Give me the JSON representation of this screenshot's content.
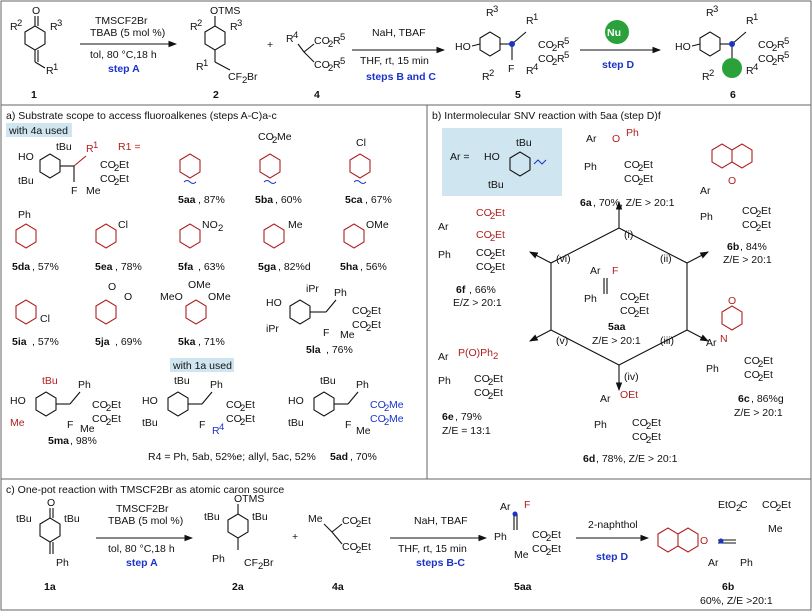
{
  "top": {
    "cpd1": "1",
    "cpd2": "2",
    "cpd4": "4",
    "cpd5": "5",
    "cpd6": "6",
    "stepA_reagents": [
      "TMSCF2Br",
      "TBAB (5 mol %)",
      "tol, 80 °C,18 h"
    ],
    "stepA_label": "step A",
    "stepBC_reagents": [
      "NaH, TBAF",
      "THF, rt, 15 min"
    ],
    "stepBC_label": "steps B and C",
    "stepD_label": "step D",
    "nu": "Nu",
    "plus": "+"
  },
  "panel_a": {
    "title": "a) Substrate scope to access fluoroalkenes (steps A-C)a-c",
    "with4a": "with 4a used",
    "with1a": "with 1a used",
    "r1_equals": "R1 =",
    "compounds": [
      {
        "label": "5aa",
        "yield": ", 87%"
      },
      {
        "label": "5ba",
        "yield": ", 60%"
      },
      {
        "label": "5ca",
        "yield": ", 67%"
      },
      {
        "label": "5da",
        "yield": ", 57%"
      },
      {
        "label": "5ea",
        "yield": ", 78%"
      },
      {
        "label": "5fa",
        "yield": ", 63%"
      },
      {
        "label": "5ga",
        "yield": ", 82%d"
      },
      {
        "label": "5ha",
        "yield": ", 56%"
      },
      {
        "label": "5ia",
        "yield": ", 57%"
      },
      {
        "label": "5ja",
        "yield": ", 69%"
      },
      {
        "label": "5ka",
        "yield": ", 71%"
      },
      {
        "label": "5la",
        "yield": ", 76%"
      },
      {
        "label": "5ma",
        "yield": ", 98%"
      },
      {
        "label": "5ad",
        "yield": ", 70%"
      }
    ],
    "r4_note": "R4 = Ph, 5ab, 52%e; allyl, 5ac, 52%"
  },
  "panel_b": {
    "title": "b) Intermolecular SNV reaction with 5aa (step D)f",
    "ar_equals": "Ar =",
    "center": {
      "label": "5aa",
      "ratio": "Z/E > 20:1"
    },
    "routes": [
      "(i)",
      "(ii)",
      "(iii)",
      "(iv)",
      "(v)",
      "(vi)"
    ],
    "products": [
      {
        "label": "6a",
        "text": ", 70%, Z/E > 20:1"
      },
      {
        "label": "6b",
        "text": ", 84%",
        "ratio": "Z/E > 20:1"
      },
      {
        "label": "6c",
        "text": ", 86%g",
        "ratio": "Z/E > 20:1"
      },
      {
        "label": "6d",
        "text": ", 78%, Z/E > 20:1"
      },
      {
        "label": "6e",
        "text": ", 79%",
        "ratio": "Z/E = 13:1"
      },
      {
        "label": "6f",
        "text": ", 66%",
        "ratio": "E/Z > 20:1"
      }
    ]
  },
  "panel_c": {
    "title": "c) One-pot reaction with TMSCF2Br as atomic caron source",
    "cpd1a": "1a",
    "cpd2a": "2a",
    "cpd4a": "4a",
    "cpd5aa": "5aa",
    "cpd6b": "6b",
    "stepA_reagents": [
      "TMSCF2Br",
      "TBAB (5 mol %)",
      "tol, 80 °C,18 h"
    ],
    "stepA_label": "step A",
    "stepBC_reagents": [
      "NaH, TBAF",
      "THF, rt, 15 min"
    ],
    "stepBC_label": "steps B-C",
    "stepD_reagent": "2-naphthol",
    "stepD_label": "step D",
    "yield": "60%, Z/E >20:1"
  }
}
